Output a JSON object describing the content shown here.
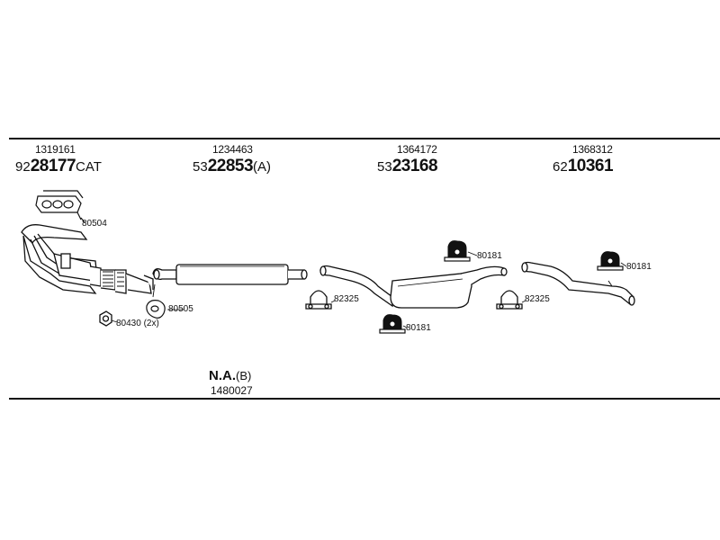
{
  "assemblies": [
    {
      "oe_number": "1319161",
      "prefix": "92",
      "main": "28177",
      "suffix": "CAT"
    },
    {
      "oe_number": "1234463",
      "prefix": "53",
      "main": "22853",
      "suffix": "(A)"
    },
    {
      "oe_number": "1364172",
      "prefix": "53",
      "main": "23168",
      "suffix": ""
    },
    {
      "oe_number": "1368312",
      "prefix": "62",
      "main": "10361",
      "suffix": ""
    }
  ],
  "callouts": {
    "gasket_80504": "80504",
    "gasket_80505": "80505",
    "bolt_80430": "80430 (2x)",
    "clamp_82325_a": "82325",
    "clamp_82325_b": "82325",
    "hanger_80181_a": "80181",
    "hanger_80181_b": "80181",
    "hanger_80181_c": "80181"
  },
  "not_available": {
    "label": "N.A.",
    "suffix": "(B)",
    "oe_number": "1480027"
  }
}
